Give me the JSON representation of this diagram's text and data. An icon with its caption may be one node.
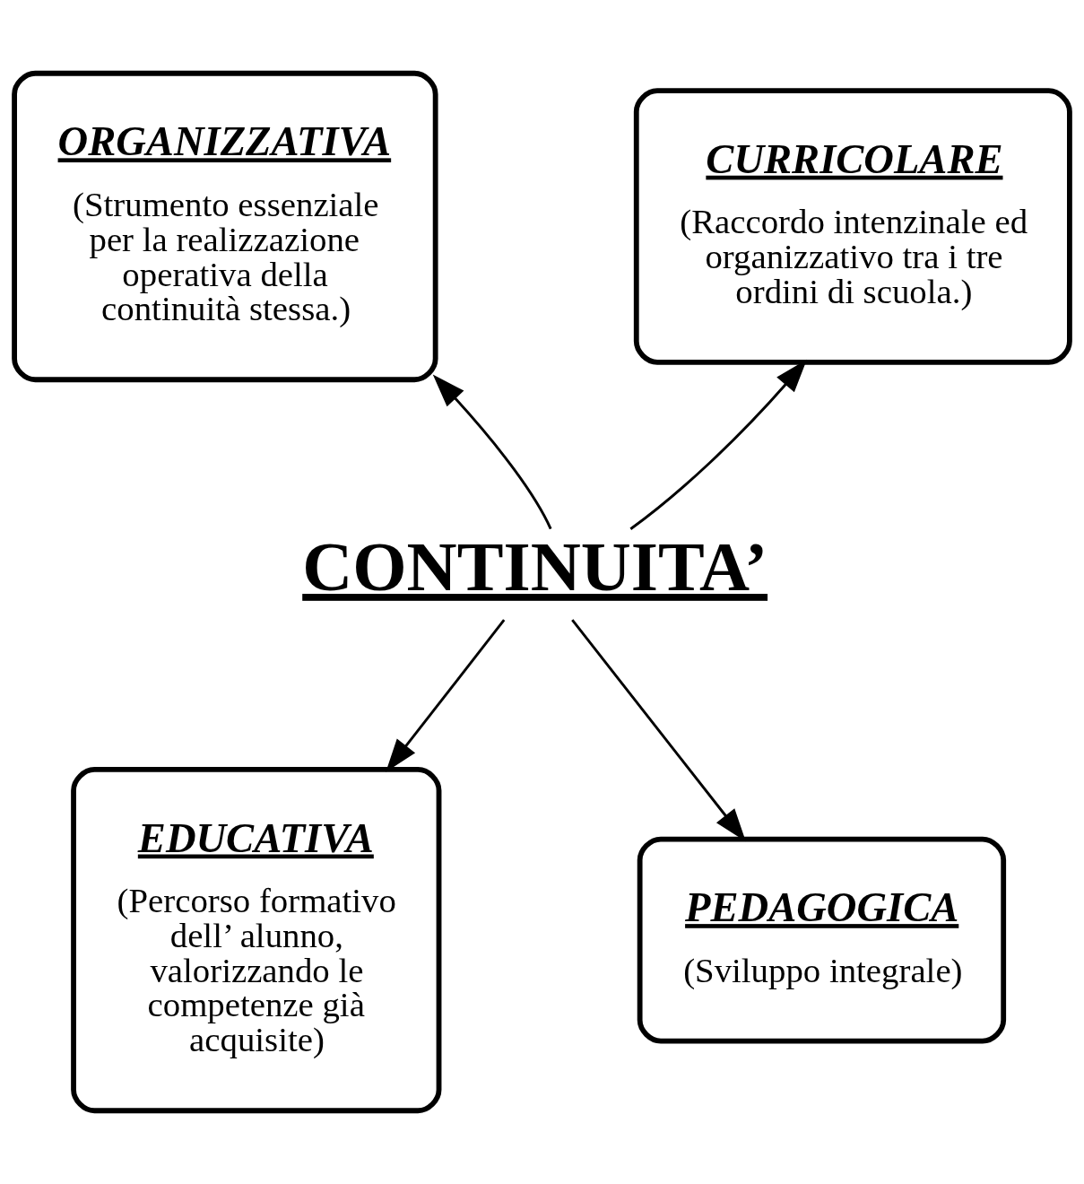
{
  "diagram": {
    "nodes": [
      {
        "text": [
          "CONTINUITA’"
        ]
      },
      {
        "text": [
          "ORGANIZZATIVA",
          "(Strumento essenziale per la realizzazione operativa della continuità stessa.)"
        ]
      },
      {
        "text": [
          "CURRICOLARE",
          "(Raccordo intenzinale ed organizzativo tra i tre ordini di scuola.)"
        ]
      },
      {
        "text": [
          "EDUCATIVA",
          "(Percorso formativo dell’ alunno, valorizzando le competenze già acquisite)"
        ]
      },
      {
        "text": [
          "PEDAGOGICA",
          "(Sviluppo integrale)"
        ]
      }
    ],
    "edges": [
      {
        "from": 0,
        "to": 1,
        "arrow": "to"
      },
      {
        "from": 0,
        "to": 2,
        "arrow": "to"
      },
      {
        "from": 0,
        "to": 3,
        "arrow": "to"
      },
      {
        "from": 0,
        "to": 4,
        "arrow": "to"
      }
    ]
  }
}
